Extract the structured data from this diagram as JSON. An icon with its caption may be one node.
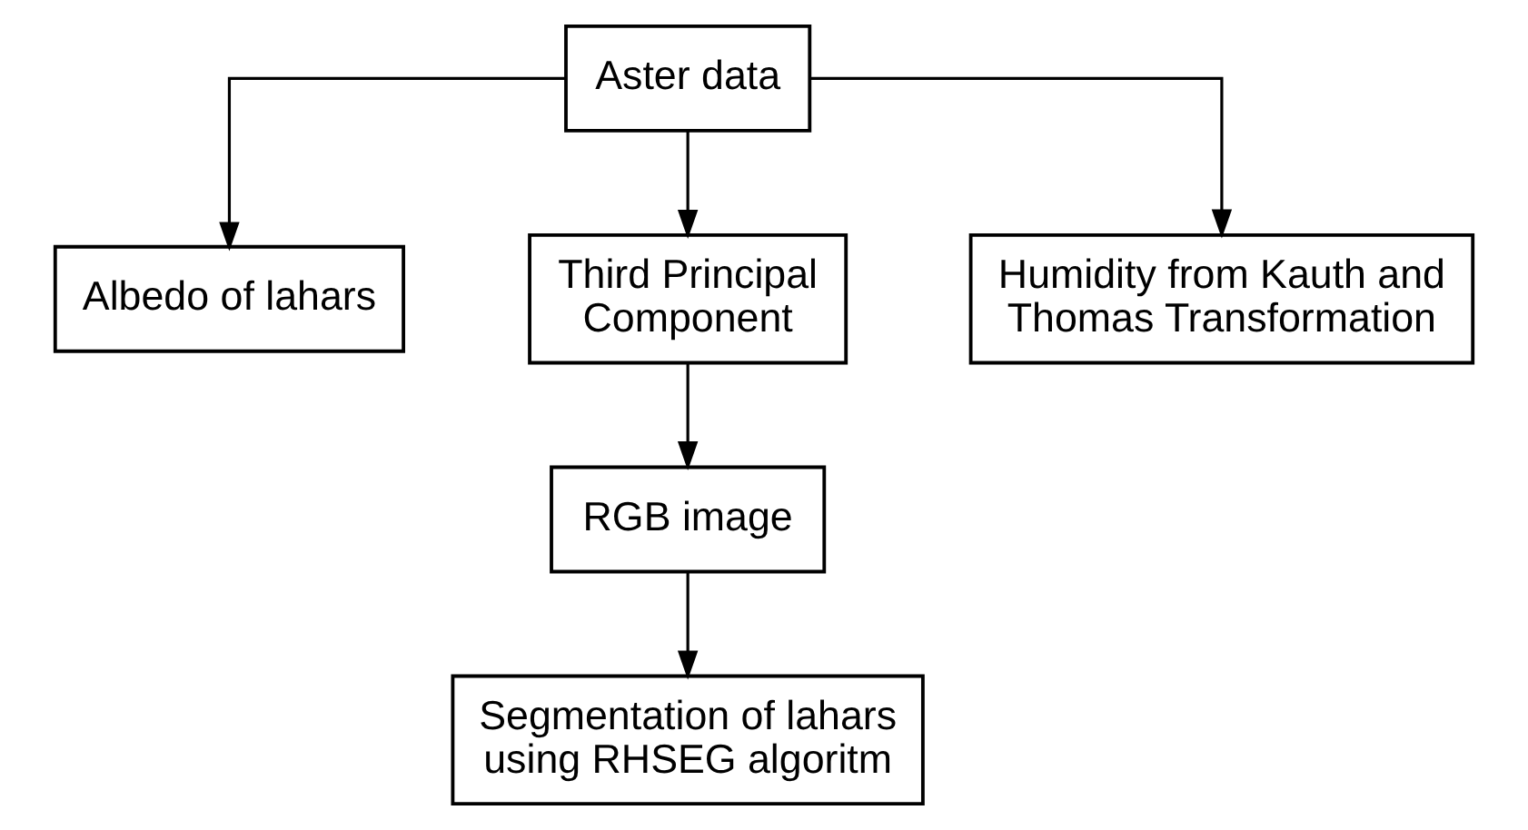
{
  "diagram": {
    "nodes": [
      {
        "text": [
          "Aster data"
        ]
      },
      {
        "text": [
          "Albedo of lahars"
        ]
      },
      {
        "text": [
          "Third Principal Component"
        ]
      },
      {
        "text": [
          "Humidity from Kauth and Thomas Transformation"
        ]
      },
      {
        "text": [
          "RGB image"
        ]
      },
      {
        "text": [
          "Segmentation of lahars using RHSEG algoritm"
        ]
      }
    ],
    "edges": [
      {
        "from": 0,
        "to": 1,
        "arrow": "to"
      },
      {
        "from": 0,
        "to": 2,
        "arrow": "to"
      },
      {
        "from": 0,
        "to": 3,
        "arrow": "to"
      },
      {
        "from": 2,
        "to": 4,
        "arrow": "to"
      },
      {
        "from": 4,
        "to": 5,
        "arrow": "to"
      }
    ]
  }
}
